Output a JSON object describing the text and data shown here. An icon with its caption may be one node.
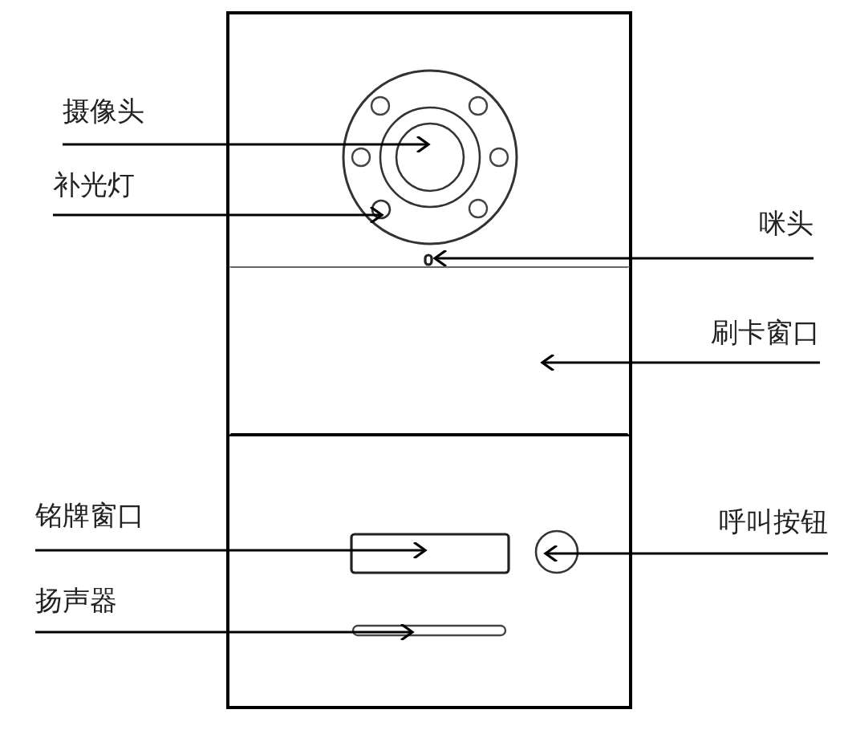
{
  "diagram": {
    "nodes": [
      {
        "text": [
          "摄像头"
        ]
      },
      {
        "text": [],
        "shape": "circle"
      },
      {
        "text": [
          "补光灯"
        ]
      },
      {
        "text": [],
        "shape": "circle"
      },
      {
        "text": [
          "咪头"
        ]
      },
      {
        "text": [],
        "shape": "box"
      },
      {
        "text": [
          "刷卡窗口"
        ]
      },
      {
        "text": [],
        "shape": "box"
      },
      {
        "text": [
          "铭牌窗口"
        ]
      },
      {
        "text": [],
        "shape": "box"
      },
      {
        "text": [
          "呼叫按钮"
        ]
      },
      {
        "text": [],
        "shape": "circle"
      },
      {
        "text": [
          "扬声器"
        ]
      },
      {
        "text": [],
        "shape": "bar"
      }
    ],
    "edges": [
      {
        "from": 0,
        "to": 1,
        "arrow": "to"
      },
      {
        "from": 2,
        "to": 3,
        "arrow": "to"
      },
      {
        "from": 4,
        "to": 5,
        "arrow": "to"
      },
      {
        "from": 6,
        "to": 7,
        "arrow": "to"
      },
      {
        "from": 8,
        "to": 9,
        "arrow": "to"
      },
      {
        "from": 10,
        "to": 11,
        "arrow": "to"
      },
      {
        "from": 12,
        "to": 13,
        "arrow": "to"
      }
    ]
  }
}
